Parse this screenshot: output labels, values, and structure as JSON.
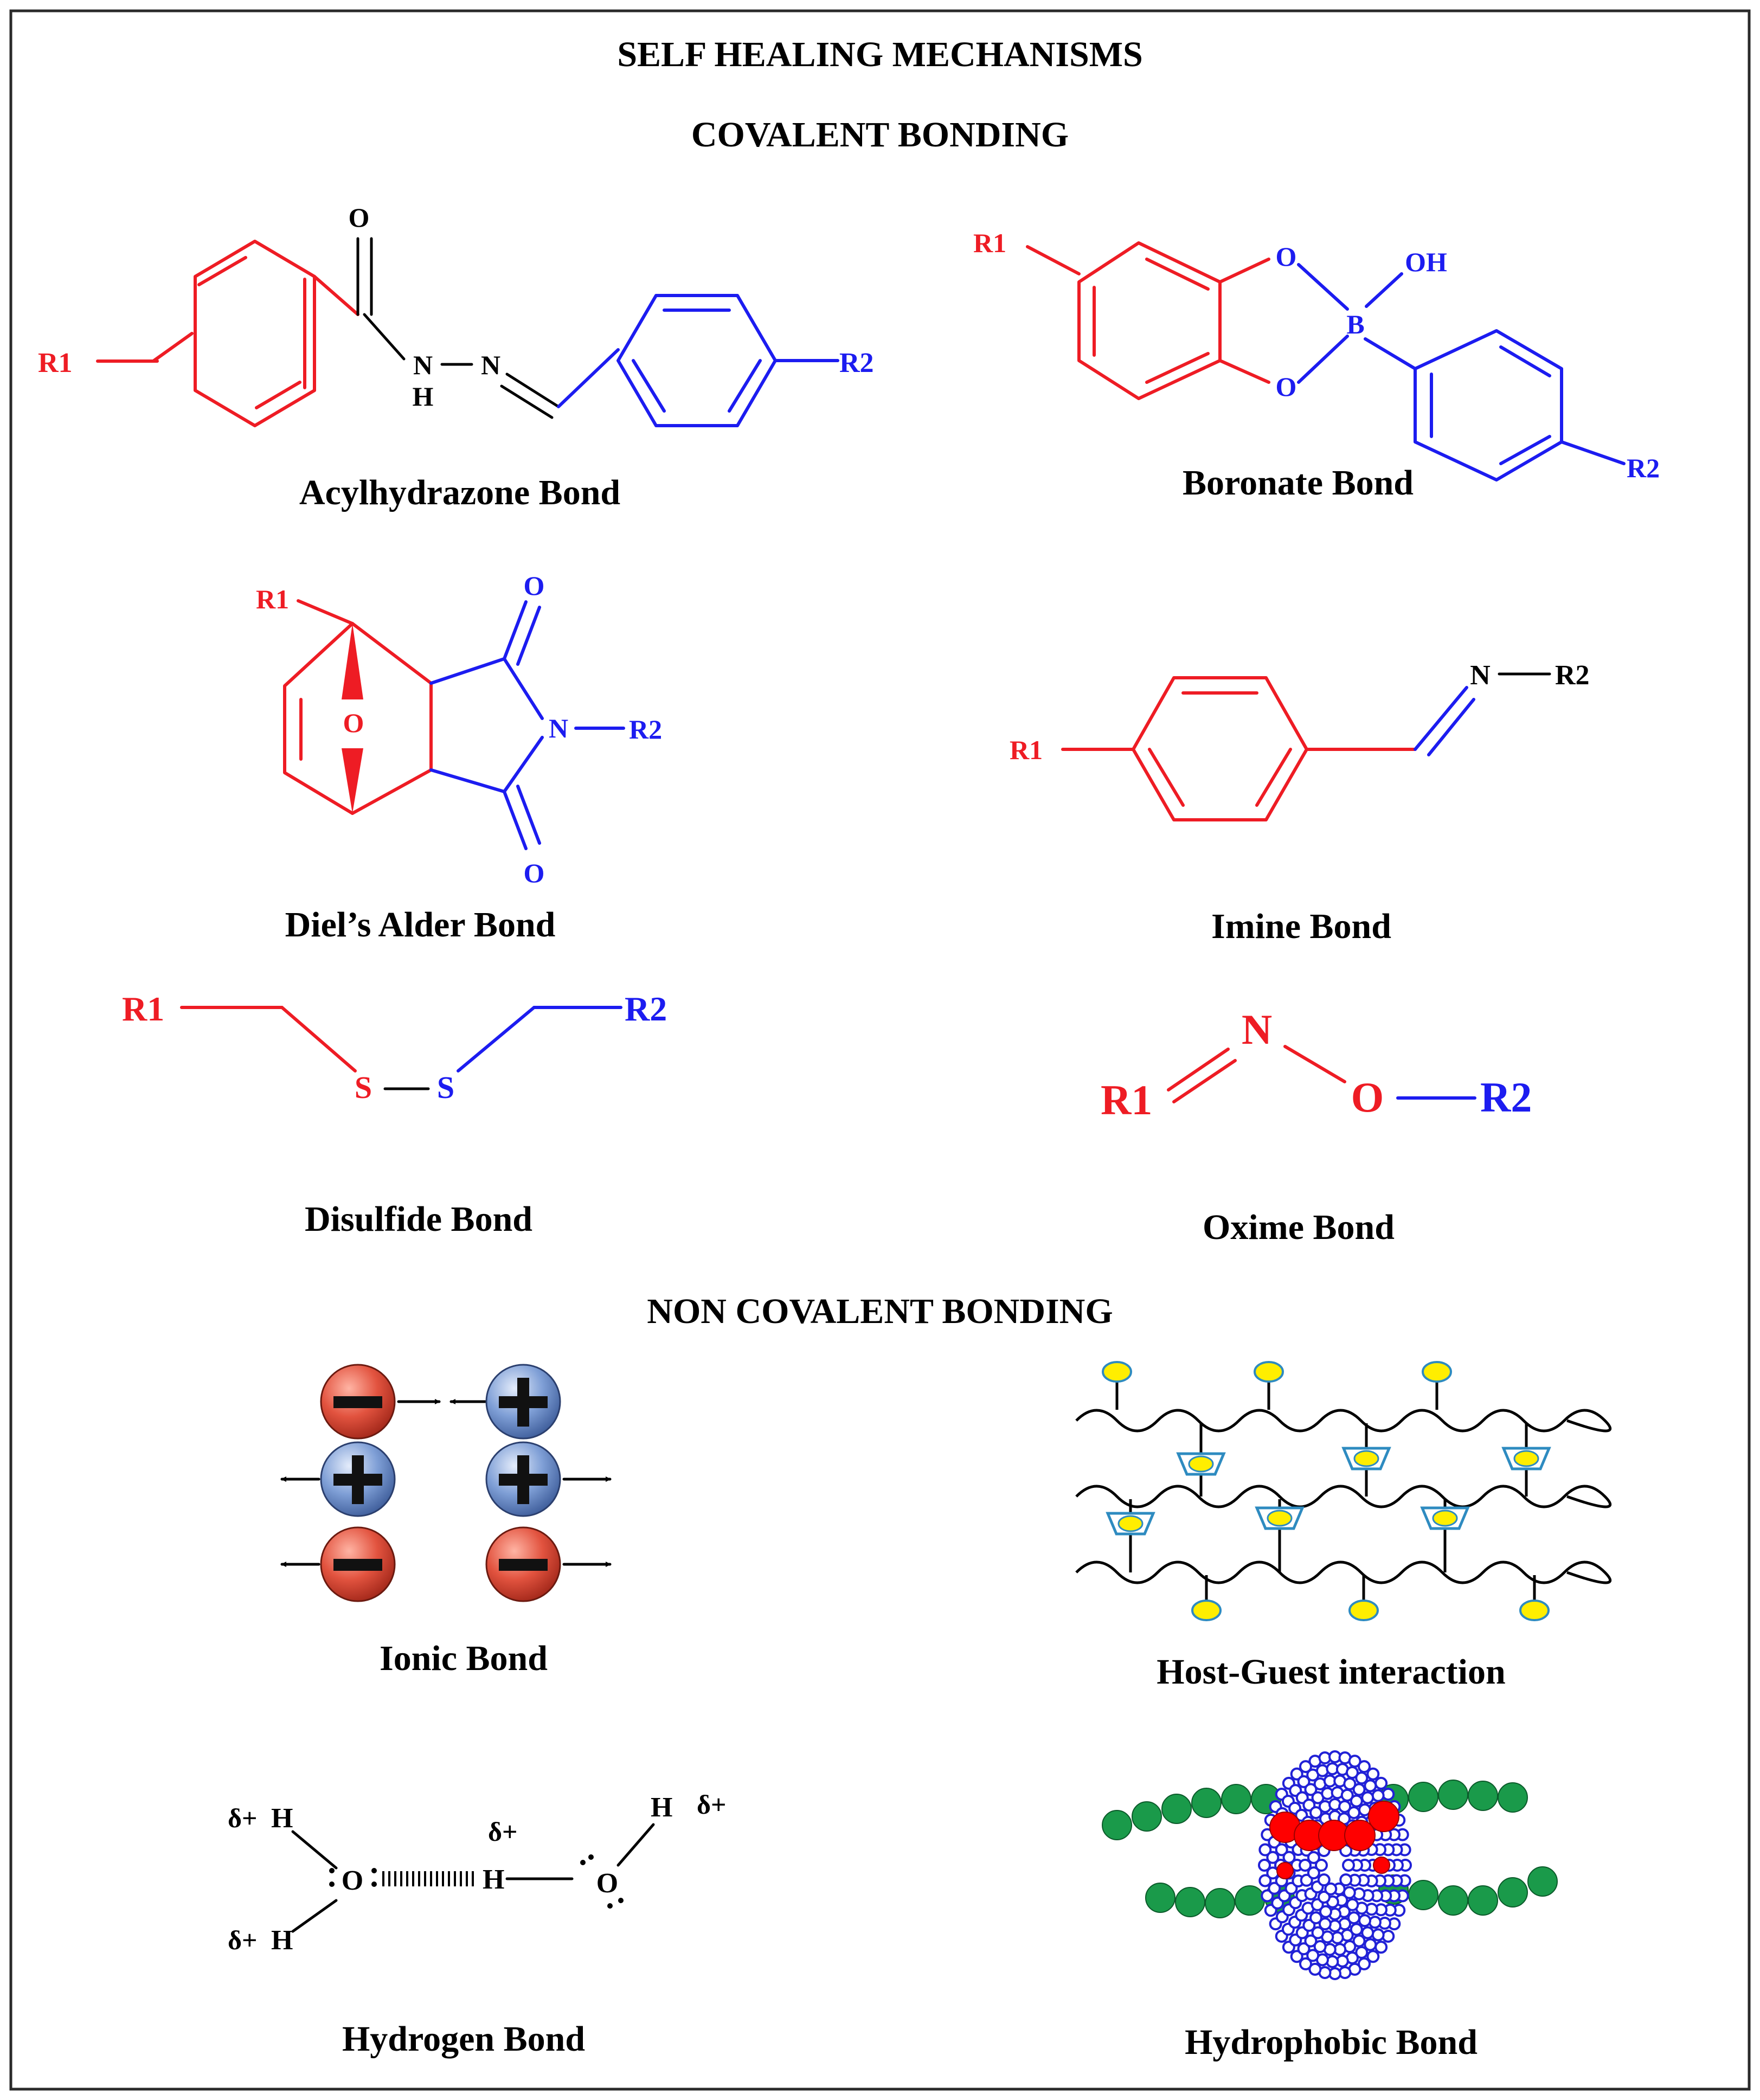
{
  "title": "SELF HEALING MECHANISMS",
  "sections": {
    "covalent": "COVALENT BONDING",
    "non_covalent": "NON COVALENT BONDING"
  },
  "captions": {
    "acylhydrazone": "Acylhydrazone Bond",
    "boronate": "Boronate Bond",
    "diels_alder": "Diel’s Alder Bond",
    "imine": "Imine Bond",
    "disulfide": "Disulfide Bond",
    "oxime": "Oxime Bond",
    "ionic": "Ionic Bond",
    "host_guest": "Host-Guest interaction",
    "hydrogen": "Hydrogen Bond",
    "hydrophobic": "Hydrophobic Bond"
  },
  "atoms": {
    "r1": "R1",
    "r2": "R2",
    "o": "O",
    "n": "N",
    "h": "H",
    "b": "B",
    "s": "S",
    "oh": "OH",
    "delta_plus": "δ+"
  },
  "colors": {
    "fragment_1": "#ee1c24",
    "fragment_2": "#1c1cf0",
    "bond": "#000000",
    "ion_negative": "#e2533f",
    "ion_positive": "#7f9fd6",
    "guest": "#ffee00",
    "host": "#2e8bc0",
    "hydrophobic_chain": "#1a9a4a"
  },
  "icons": {
    "ion_negative": "minus-sign",
    "ion_positive": "plus-sign",
    "arrow": "arrow"
  }
}
